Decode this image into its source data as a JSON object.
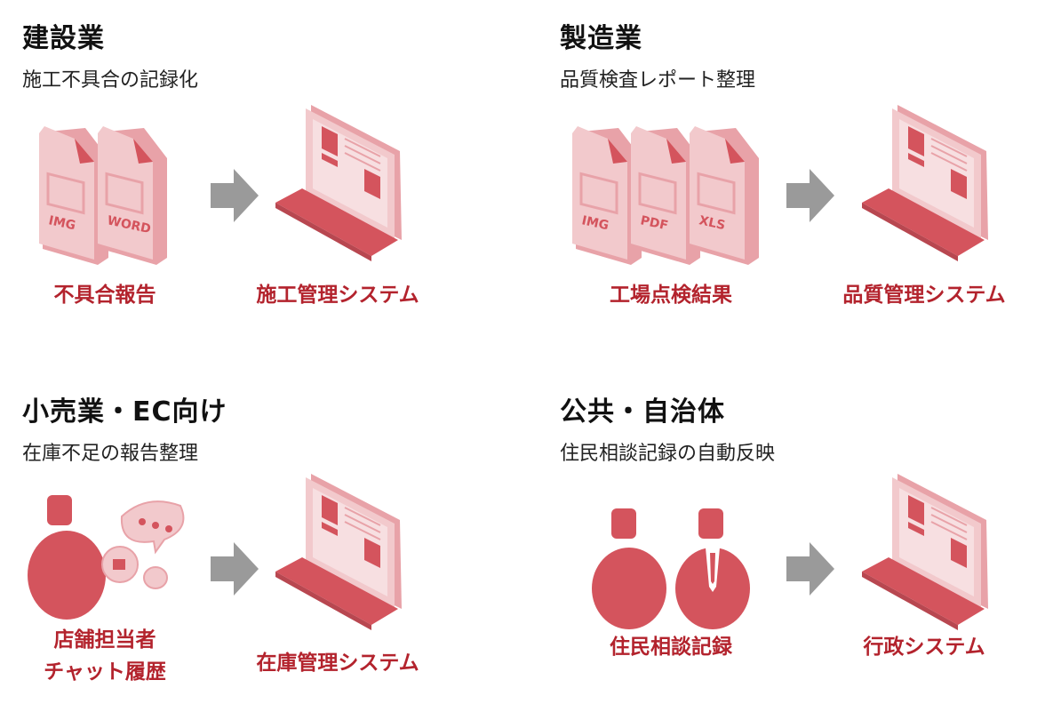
{
  "colors": {
    "accent": "#b3232d",
    "light": "#f2c9cc",
    "mid": "#e8a2a8",
    "dark": "#d4545d",
    "arrow": "#9a9a9a"
  },
  "sections": [
    {
      "title": "建設業",
      "subtitle": "施工不具合の記録化",
      "source_icon": "documents",
      "file_labels": [
        "IMG",
        "WORD"
      ],
      "source_label": [
        "不具合報告"
      ],
      "target_icon": "computer",
      "target_label": "施工管理システム"
    },
    {
      "title": "製造業",
      "subtitle": "品質検査レポート整理",
      "source_icon": "documents",
      "file_labels": [
        "IMG",
        "PDF",
        "XLS"
      ],
      "source_label": [
        "工場点検結果"
      ],
      "target_icon": "computer",
      "target_label": "品質管理システム"
    },
    {
      "title": "小売業・EC向け",
      "subtitle": "在庫不足の報告整理",
      "source_icon": "person-chat",
      "file_labels": [],
      "source_label": [
        "店舗担当者",
        "チャット履歴"
      ],
      "target_icon": "computer",
      "target_label": "在庫管理システム"
    },
    {
      "title": "公共・自治体",
      "subtitle": "住民相談記録の自動反映",
      "source_icon": "two-people",
      "file_labels": [],
      "source_label": [
        "住民相談記録"
      ],
      "target_icon": "computer",
      "target_label": "行政システム"
    }
  ]
}
